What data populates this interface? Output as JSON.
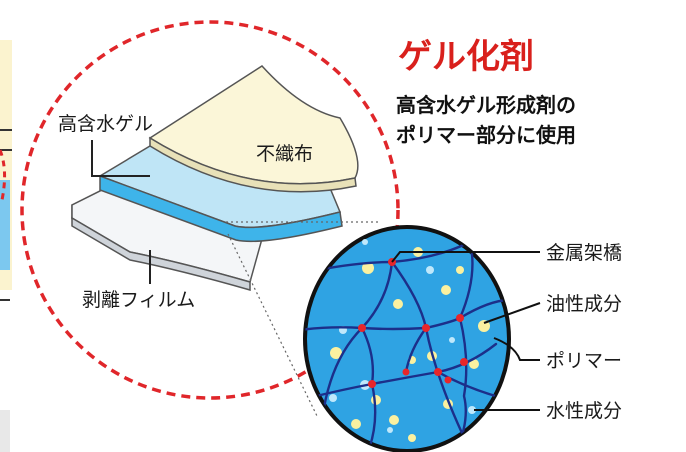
{
  "title": "ゲル化剤",
  "description": [
    "高含水ゲル形成剤の",
    "ポリマー部分に使用"
  ],
  "layers": {
    "top": "不織布",
    "middle": "高含水ゲル",
    "bottom": "剥離フィルム"
  },
  "magnified": {
    "labels": [
      "金属架橋",
      "油性成分",
      "ポリマー",
      "水性成分"
    ]
  },
  "colors": {
    "circle_dash": "#e0262a",
    "title": "#d9201c",
    "gel_fill": "#3eb4ea",
    "nonwoven": "#fbf6d8",
    "polymer_line": "#1c2f8a",
    "crosslink": "#e8262a",
    "oil_dot": "#fbf1a0"
  }
}
